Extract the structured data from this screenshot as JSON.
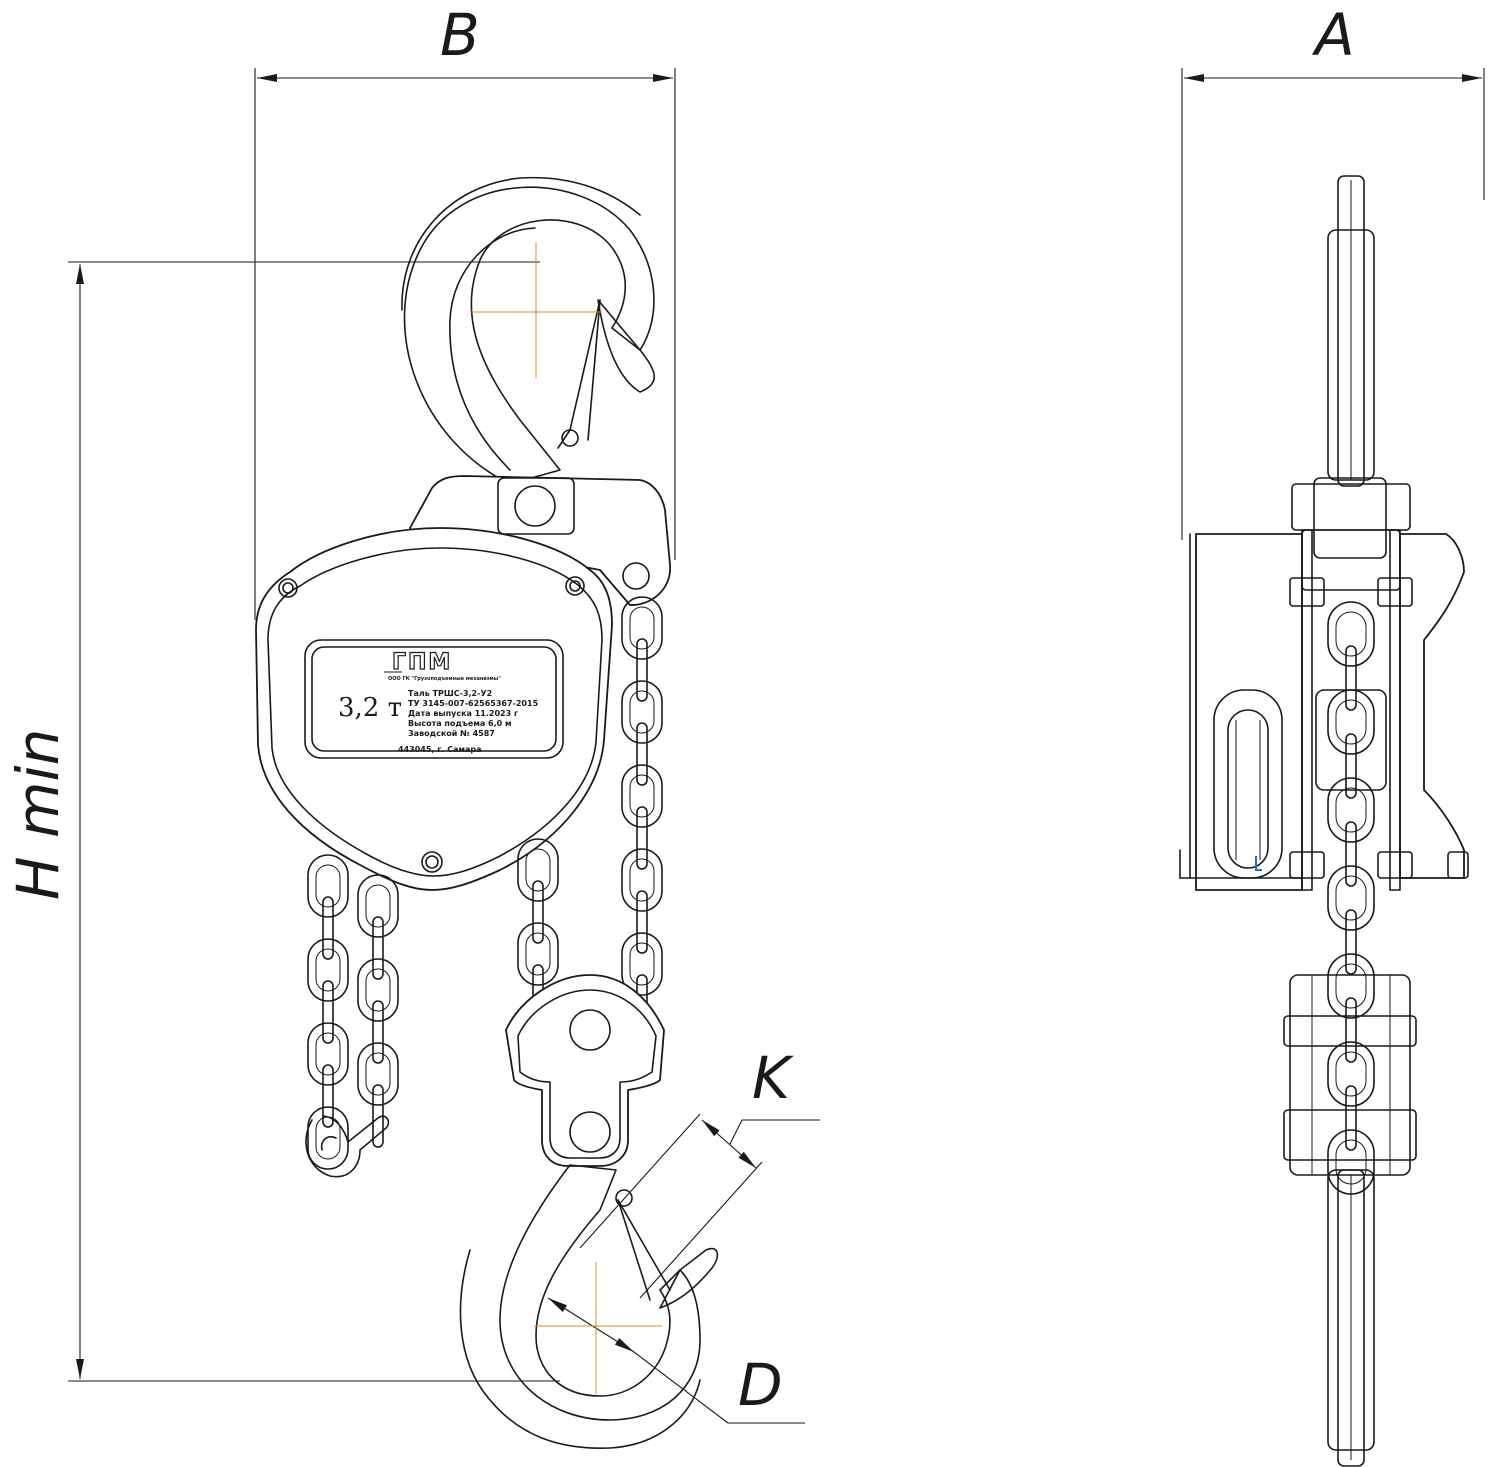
{
  "dimensions": {
    "width_label": "B",
    "depth_label": "A",
    "height_label": "H min",
    "hook_throat_label": "D",
    "hook_thickness_label": "K"
  },
  "nameplate": {
    "logo": "ГПМ",
    "company": "ООО ГК \"Грузоподъемные механизмы\"",
    "capacity": "3,2 т",
    "line1": "Таль ТРШС-3,2-У2",
    "line2": "ТУ 3145-007-62565367-2015",
    "line3": "Дата выпуска 11.2023 г",
    "line4": "Высота подъема   6,0 м",
    "line5": "Заводской № 4587",
    "address": "443045, г. Самара"
  },
  "colors": {
    "line": "#1a1a1a",
    "centerline": "#e08a1e",
    "marker": "#1a6fd6"
  }
}
